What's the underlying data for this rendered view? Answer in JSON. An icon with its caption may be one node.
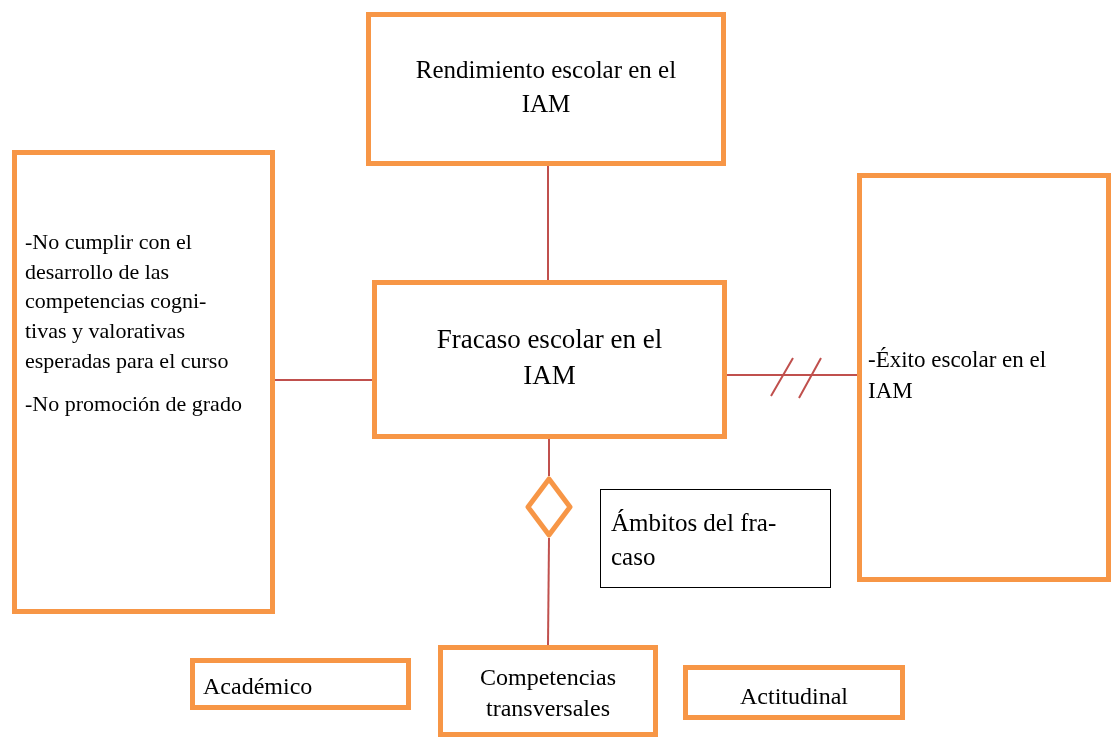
{
  "diagram": {
    "nodes": [
      {
        "text": [
          "Rendimiento escolar en el IAM"
        ]
      },
      {
        "text": [
          "-No cumplir con el desarrollo de las competencias cogni- tivas y valorativas esperadas para el curso",
          "-No promoción de grado"
        ]
      },
      {
        "text": [
          "Fracaso escolar en el IAM"
        ]
      },
      {
        "text": [
          "-Éxito escolar en el IAM"
        ]
      },
      {
        "text": [],
        "shape": "diamond"
      },
      {
        "text": [
          "Ámbitos del fra- caso"
        ]
      },
      {
        "text": [
          "Académico"
        ]
      },
      {
        "text": [
          "Competencias transversales"
        ]
      },
      {
        "text": [
          "Actitudinal"
        ]
      }
    ],
    "edges": [
      {
        "from": 0,
        "to": 2,
        "arrow": "none"
      },
      {
        "from": 1,
        "to": 2,
        "arrow": "none"
      },
      {
        "from": 2,
        "to": 3,
        "arrow": "other"
      },
      {
        "from": 2,
        "to": 4,
        "arrow": "none"
      },
      {
        "from": 4,
        "to": 7,
        "arrow": "none"
      }
    ]
  }
}
